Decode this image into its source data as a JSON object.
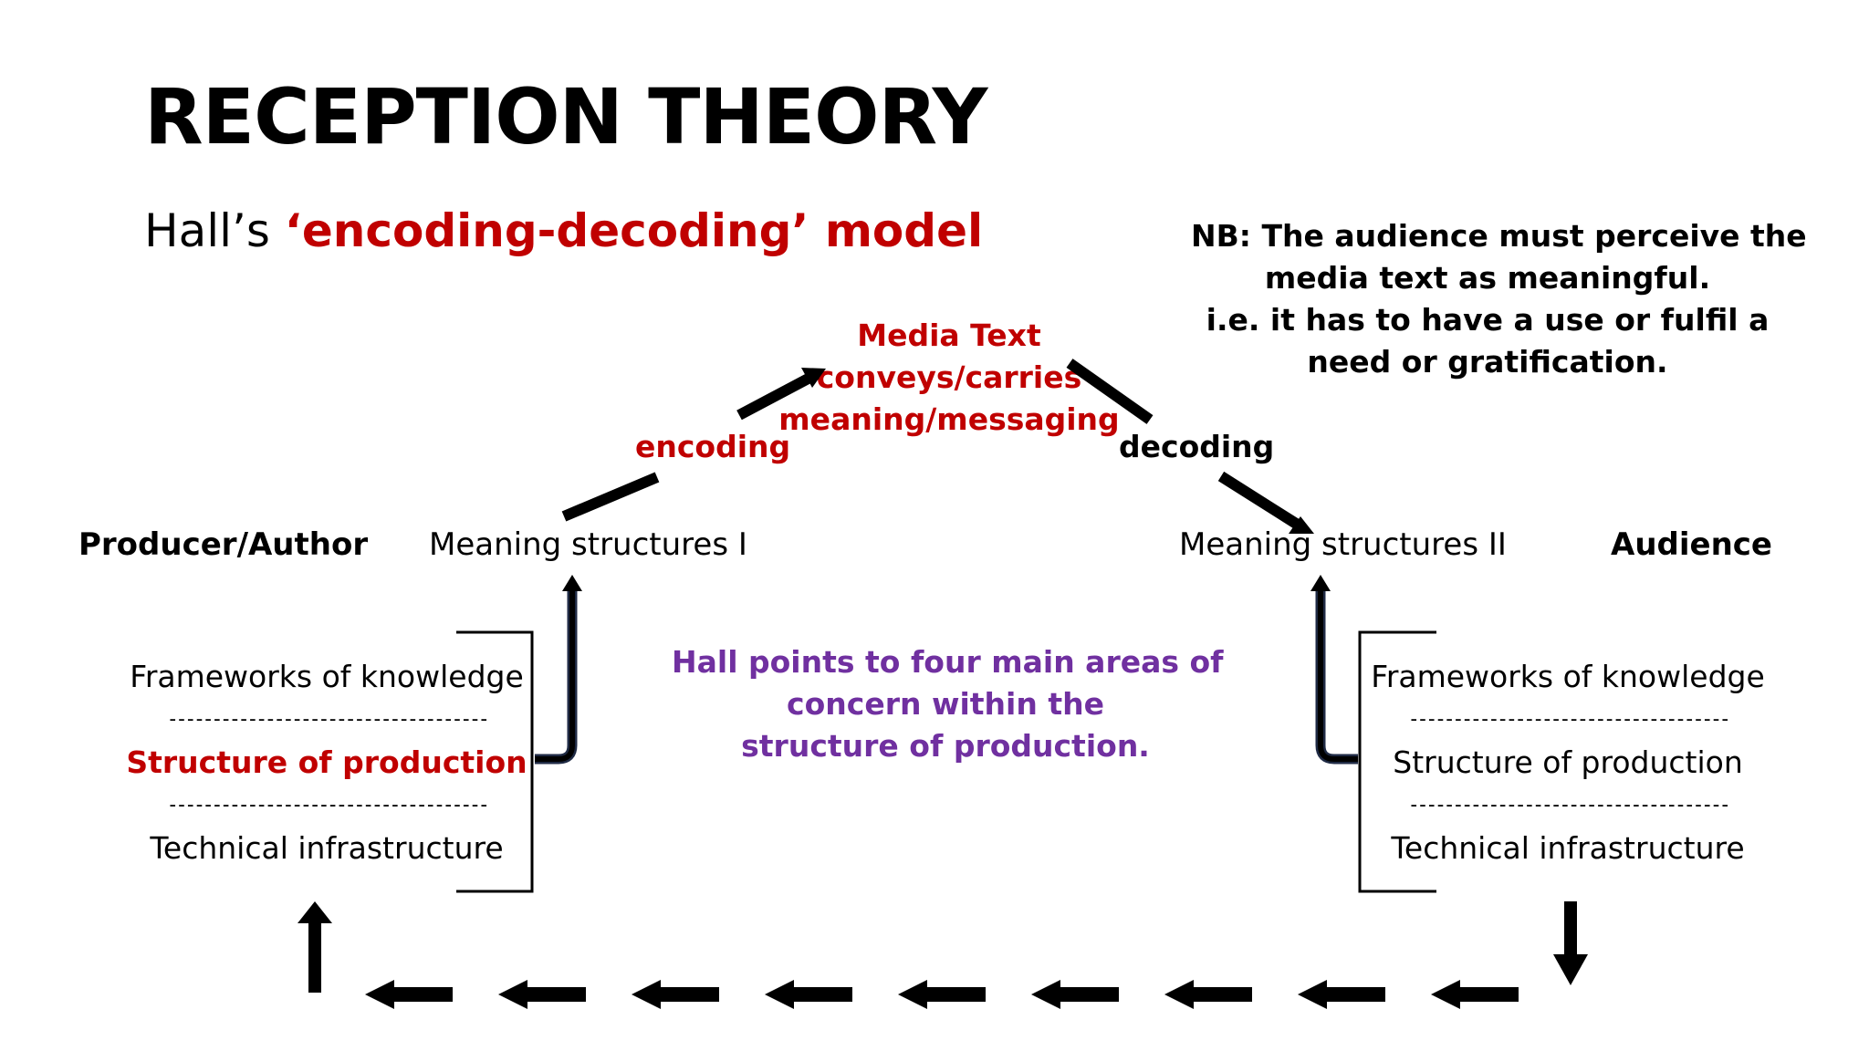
{
  "title": "RECEPTION THEORY",
  "subtitle": {
    "prefix": "Hall’s ",
    "highlight": "‘encoding-decoding’ model"
  },
  "note": {
    "lines": [
      "NB: The audience must perceive the",
      "media text as meaningful.",
      "i.e. it has to have a use or fulfil a",
      "need or gratification."
    ]
  },
  "media_text": {
    "lines": [
      "Media Text",
      "conveys/carries",
      "meaning/messaging"
    ]
  },
  "encoding_label": "encoding",
  "decoding_label": "decoding",
  "producer_label": "Producer/Author",
  "audience_label": "Audience",
  "meaning_left": "Meaning structures I",
  "meaning_right": "Meaning structures II",
  "left_stack": {
    "items": [
      "Frameworks of knowledge",
      "Structure of production",
      "Technical infrastructure"
    ],
    "divider": "------------------------------------"
  },
  "right_stack": {
    "items": [
      "Frameworks of knowledge",
      "Structure of production",
      "Technical infrastructure"
    ],
    "divider": "------------------------------------"
  },
  "center_note": {
    "lines": [
      "Hall points to four main areas of",
      "concern within the",
      "structure of production."
    ]
  },
  "colors": {
    "red": "#c00000",
    "purple": "#7030a0",
    "black": "#000000",
    "navy_shadow": "#1f2a44"
  }
}
